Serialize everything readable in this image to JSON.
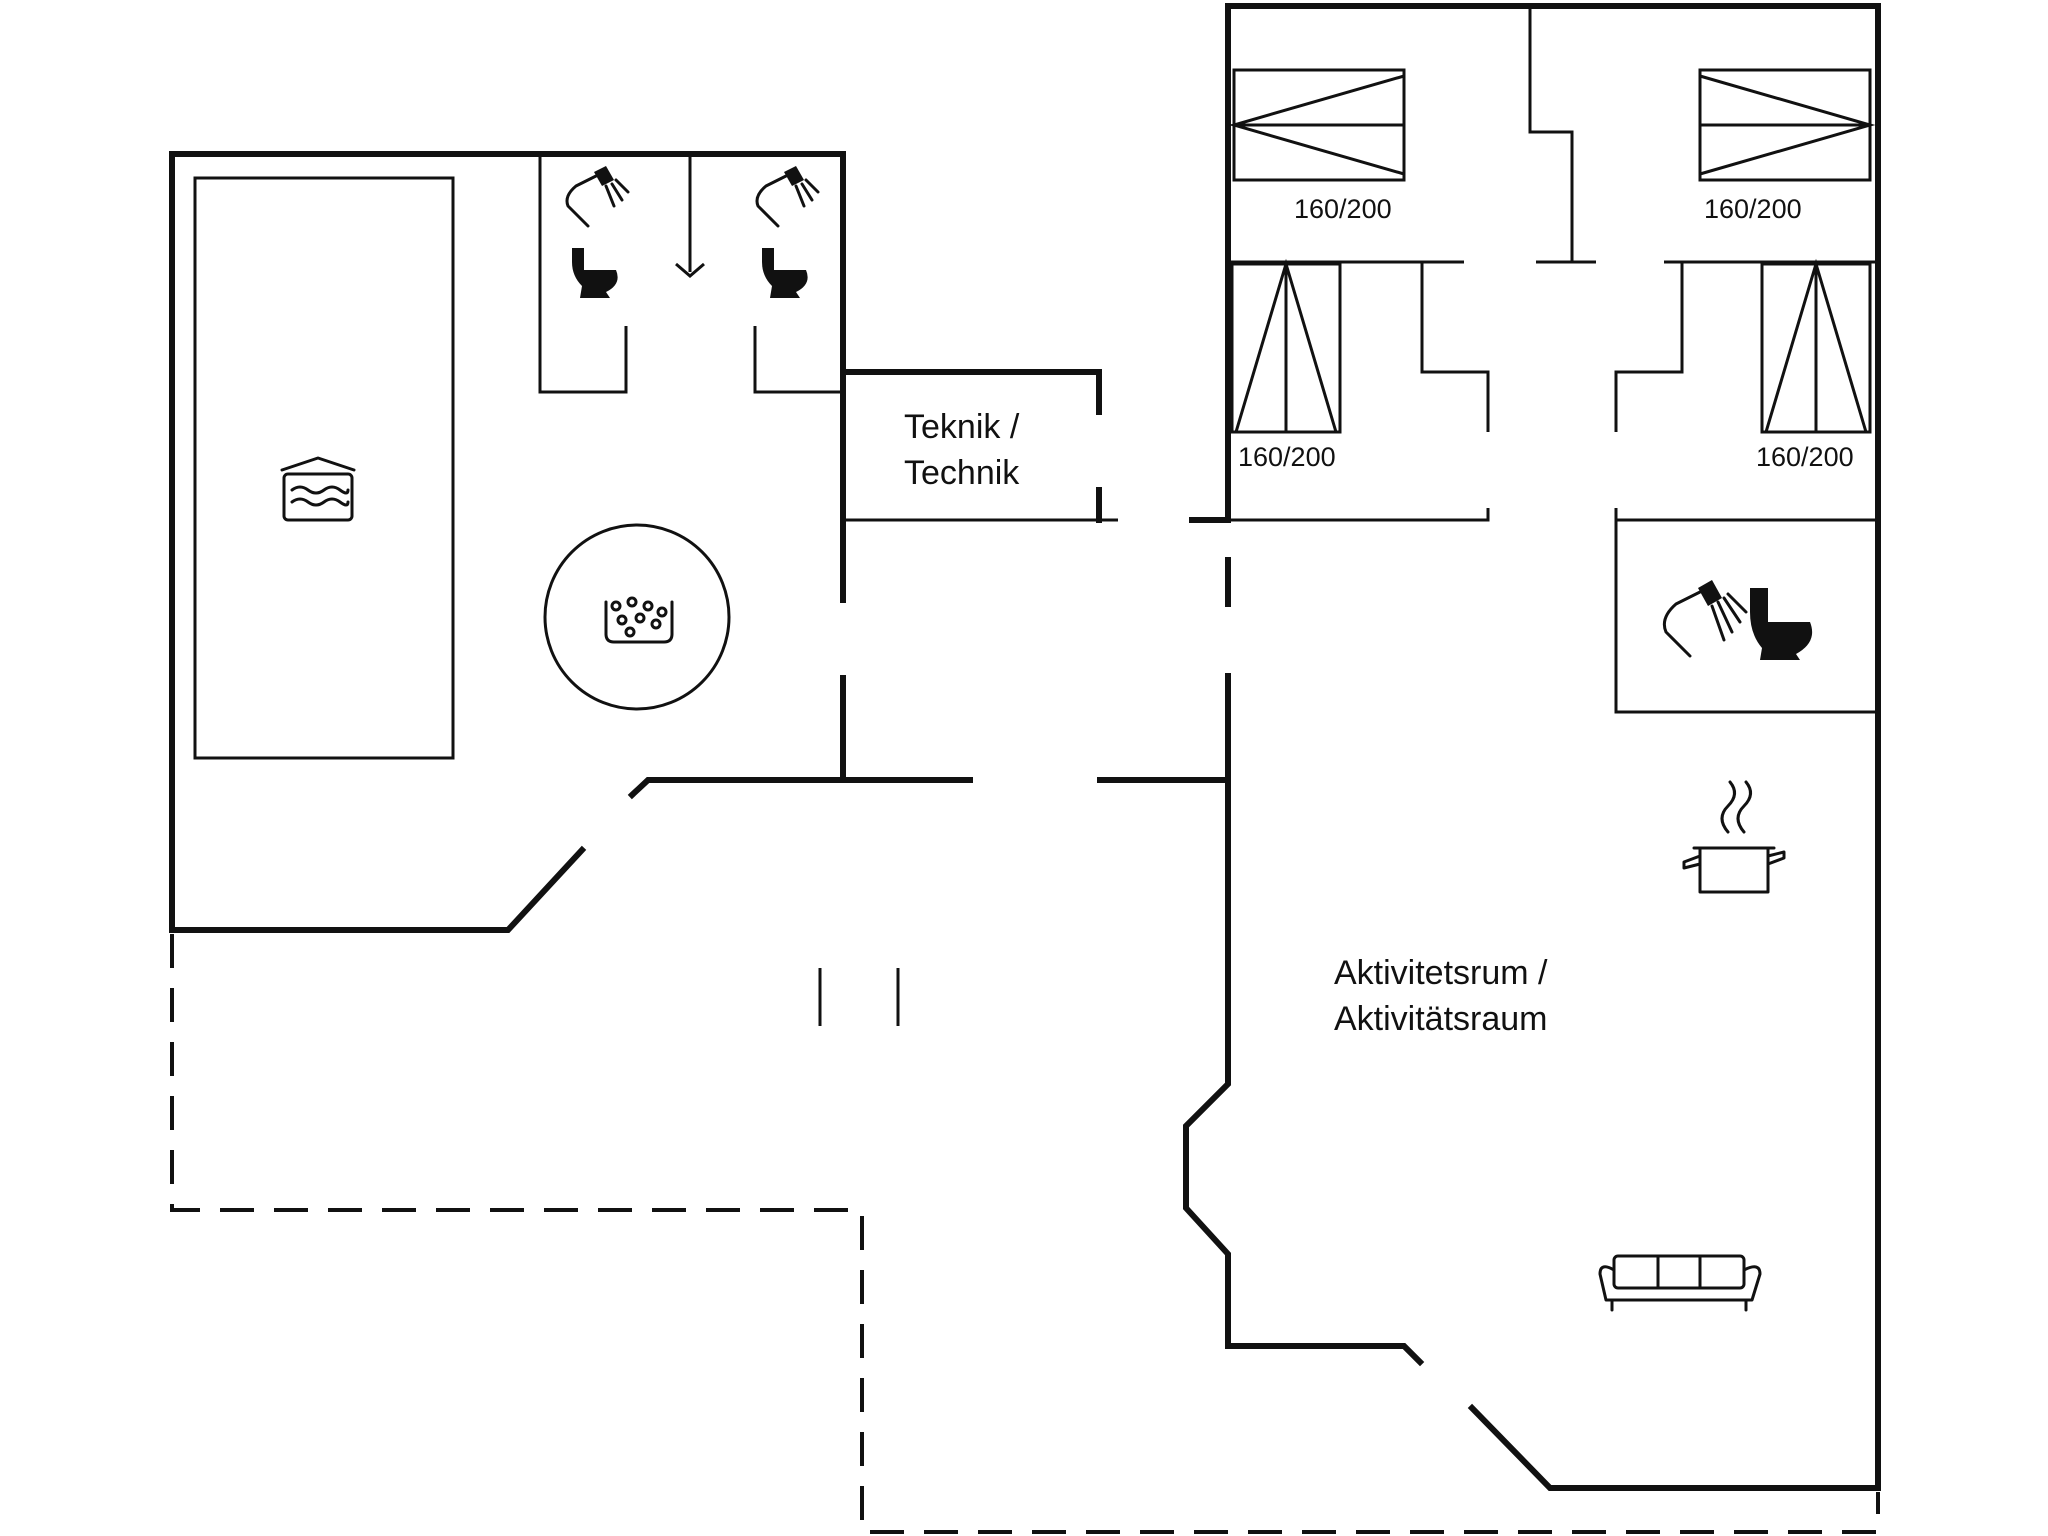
{
  "rooms": {
    "technik": {
      "line1": "Teknik /",
      "line2": "Technik"
    },
    "aktivitet": {
      "line1": "Aktivitetsrum /",
      "line2": "Aktivitätsraum"
    }
  },
  "beds": {
    "top_left": "160/200",
    "top_right": "160/200",
    "mid_left": "160/200",
    "mid_right": "160/200"
  },
  "icons": [
    "pool-icon",
    "whirlpool-icon",
    "shower-icon",
    "toilet-icon",
    "cooking-pot-icon",
    "sofa-icon"
  ],
  "colors": {
    "line": "#111111",
    "background": "#ffffff"
  }
}
